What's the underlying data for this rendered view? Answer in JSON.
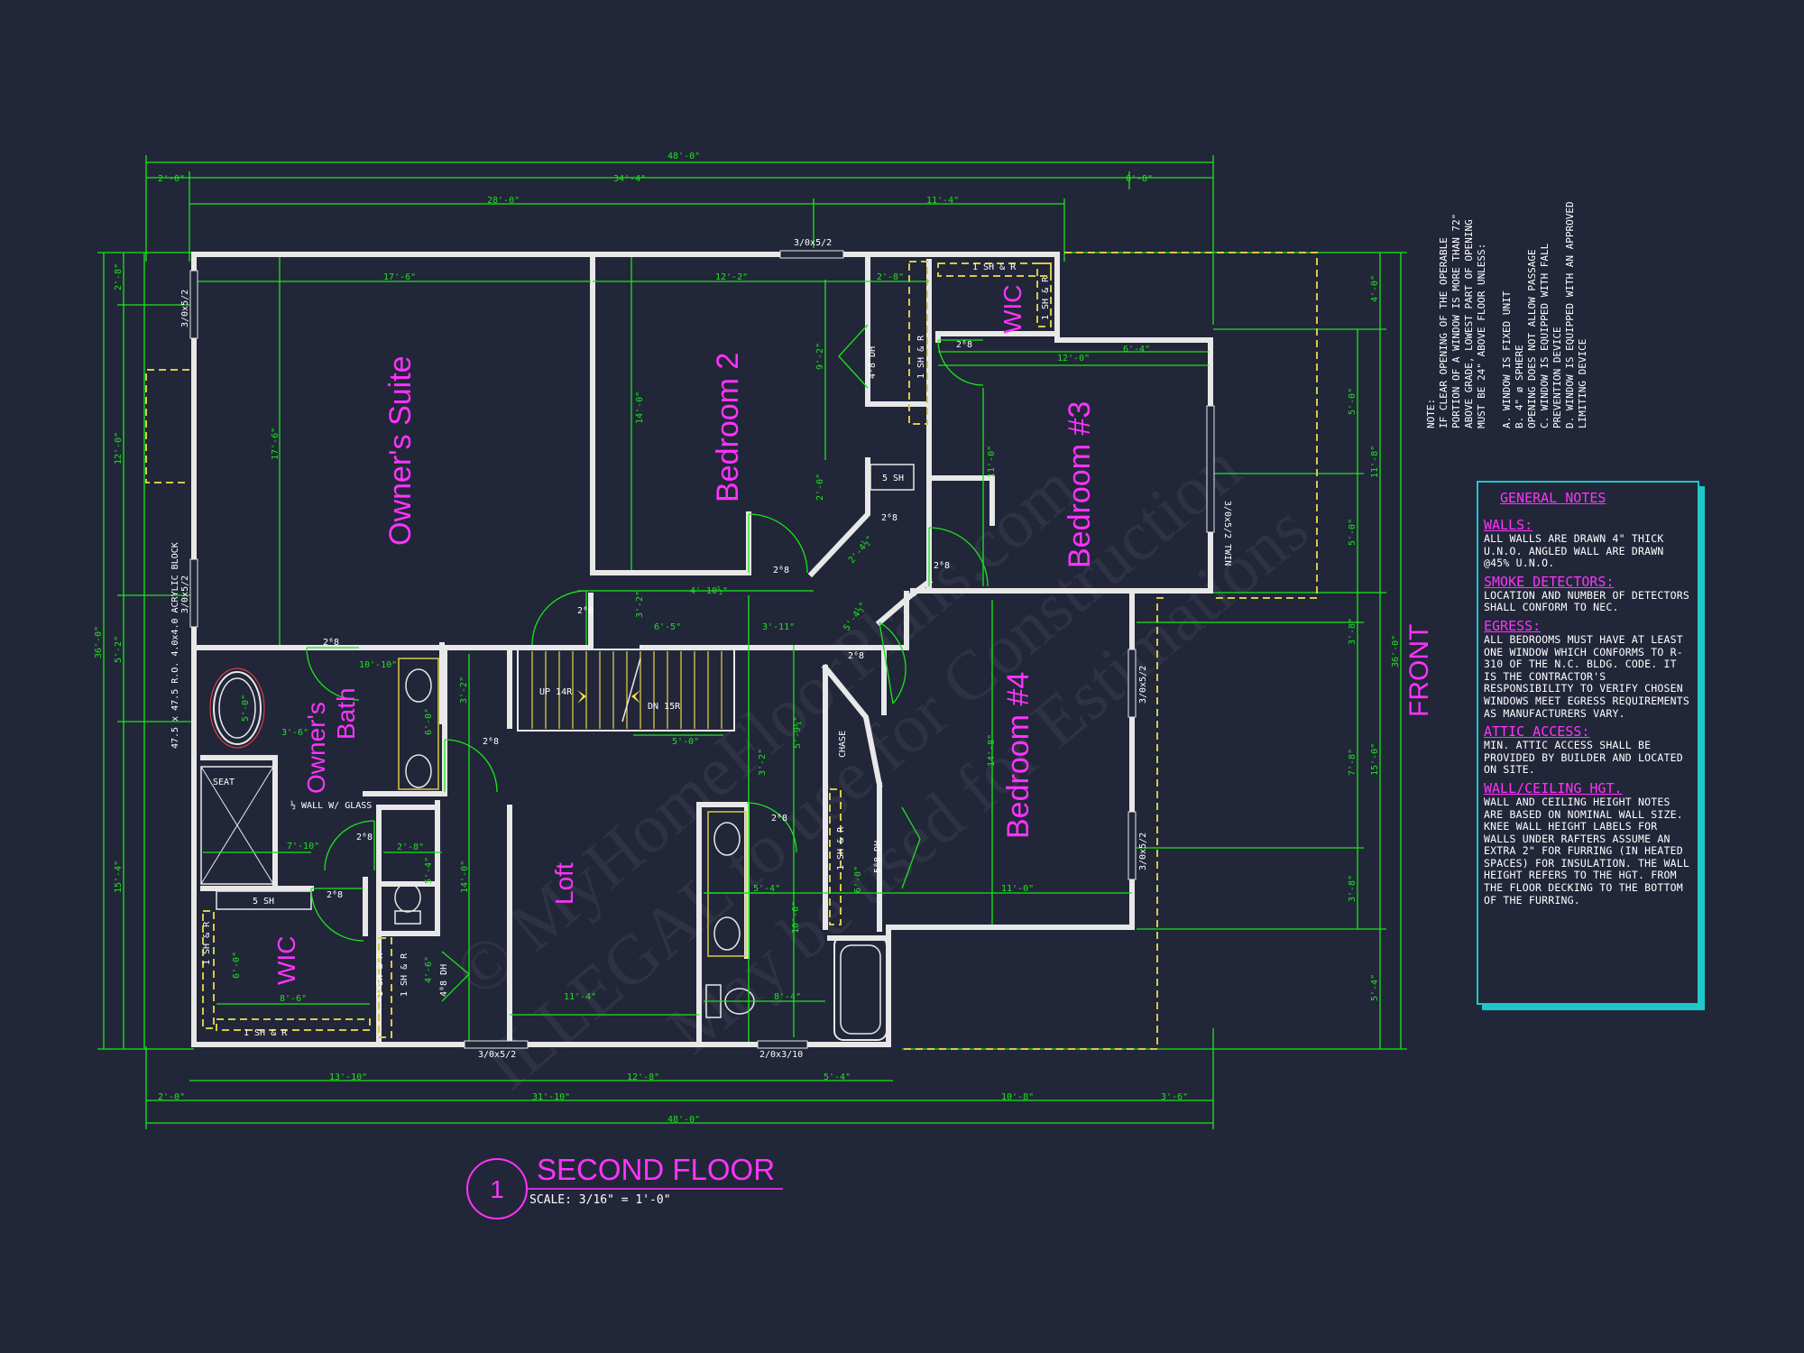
{
  "rooms": {
    "owners_suite": "Owner's Suite",
    "bedroom2": "Bedroom 2",
    "bedroom3": "Bedroom #3",
    "bedroom4": "Bedroom #4",
    "owners_bath_line1": "Owner's",
    "owners_bath_line2": "Bath",
    "loft": "Loft",
    "wic1": "WIC",
    "wic2": "WIC"
  },
  "title_block": {
    "number": "1",
    "title": "SECOND FLOOR",
    "scale": "SCALE: 3/16\" = 1'-0\""
  },
  "front_label": "FRONT",
  "dimensions": {
    "top_overall": "48'-0\"",
    "top_row2": [
      "2'-0\"",
      "34'-4\"",
      "6'-8\""
    ],
    "top_row3": [
      "28'-0\"",
      "11'-4\""
    ],
    "bottom_row1": [
      "13'-10\"",
      "12'-8\"",
      "5'-4\""
    ],
    "bottom_row2": [
      "2'-0\"",
      "31'-10\"",
      "10'-8\"",
      "3'-6\""
    ],
    "bottom_overall": "48'-0\"",
    "left_overall": "36'-0\"",
    "left_parts": [
      "2'-8\"",
      "12'-0\"",
      "5'-2\"",
      "15'-4\""
    ],
    "right_overall": "36'-0\"",
    "right_parts": [
      "4'-0\"",
      "11'-8\"",
      "15'-0\"",
      "5'-4\""
    ],
    "right_inner": [
      "5'-0\"",
      "5'-0\"",
      "3'-8\"",
      "7'-8\"",
      "3'-8\""
    ],
    "interior": {
      "owners_w": "17'-6\"",
      "owners_h": "17'-6\"",
      "bed2_w": "12'-2\"",
      "bed2_h": "14'-0\"",
      "closet_w": "2'-8\"",
      "bed3_w": "12'-0\"",
      "bed3_w2": "6'-4\"",
      "bed3_h": "11'-0\"",
      "bed4_w": "11'-0\"",
      "bed4_h": "14'-8\"",
      "hall1": "4'-10½\"",
      "hall2": "6'-5\"",
      "hall3": "3'-11\"",
      "stair_w": "5'-0\"",
      "loft_w": "11'-4\"",
      "loft_h": "14'-0\"",
      "bath_w": "5'-4\"",
      "bath_w2": "8'-4\"",
      "bath_h": "10'-6\"",
      "wic_w": "8'-6\"",
      "wic_h": "6'-0\"",
      "shower_w": "7'-10\"",
      "wc_w": "2'-8\"",
      "wc_h": "5'-4\"",
      "bath_tub": "5'-0\"",
      "bath_tub2": "3'-6\"",
      "owners_bath_h": "10'-10\"",
      "v1": "5'-9¼\"",
      "v2": "5'-4½\"",
      "v3": "3'-2\"",
      "v4": "3'-2\"",
      "v5": "6'-0\"",
      "v6": "6'-0\"",
      "v7": "4'-6\"",
      "v8": "2'-0\"",
      "v9": "9'-2\"",
      "v10": "3'-2\"",
      "v11": "2'-4½\""
    }
  },
  "windows": [
    "3/0x5/2",
    "3/0x5/2",
    "3/0x5/2",
    "3/0x5/2 TWIN",
    "3/0x5/2",
    "3/0x5/2",
    "3/0x5/2",
    "2/0x3/10"
  ],
  "doors": [
    "2⁶8",
    "2⁶8",
    "2⁶8",
    "2⁶8",
    "2⁶8",
    "2⁶8",
    "2⁶8",
    "2⁶8",
    "2⁶8",
    "2⁶8",
    "2⁶8",
    "2⁶8",
    "2⁶8"
  ],
  "door_dh": [
    "4⁰8 DH",
    "5⁰8 DH",
    "4⁰8 DH"
  ],
  "fixture_labels": {
    "shelf": "1 SH & R",
    "shelf5": "5 SH",
    "seat": "SEAT",
    "glass_wall": "½ WALL W/ GLASS",
    "tub": "47.5 x 47.5 R.O. 4.0x4.0 ACRYLIC BLOCK",
    "chase": "CHASE",
    "up": "UP 14R",
    "dn": "DN 15R"
  },
  "side_note": {
    "heading": "NOTE:",
    "lines": [
      "IF CLEAR OPENING OF THE OPERABLE",
      "PORTION OF A WINDOW IS MORE THAN 72\"",
      "ABOVE GRADE, LOWEST PART OF OPENING",
      "MUST BE 24\" ABOVE FLOOR UNLESS:",
      "",
      "A. WINDOW IS FIXED UNIT",
      "B. 4\" ø SPHERE",
      "   OPENING DOES NOT ALLOW PASSAGE",
      "C. WINDOW IS EQUIPPED WITH FALL",
      "   PREVENTION DEVICE",
      "D. WINDOW IS EQUIPPED WITH AN APPROVED",
      "   LIMITING DEVICE"
    ]
  },
  "general_notes": {
    "title": "GENERAL NOTES",
    "sections": [
      {
        "heading": "WALLS:",
        "text": "ALL WALLS ARE DRAWN 4\" THICK U.N.O. ANGLED WALL ARE DRAWN @45% U.N.O."
      },
      {
        "heading": "SMOKE DETECTORS:",
        "text": "LOCATION AND NUMBER OF DETECTORS SHALL CONFORM TO NEC."
      },
      {
        "heading": "EGRESS:",
        "text": "ALL BEDROOMS MUST HAVE AT LEAST ONE WINDOW WHICH CONFORMS TO R-310 OF THE N.C. BLDG. CODE. IT IS THE CONTRACTOR'S RESPONSIBILITY TO VERIFY CHOSEN WINDOWS MEET EGRESS REQUIREMENTS AS MANUFACTURERS VARY."
      },
      {
        "heading": "ATTIC ACCESS:",
        "text": "MIN. ATTIC ACCESS SHALL BE PROVIDED BY BUILDER AND LOCATED ON SITE."
      },
      {
        "heading": "WALL/CEILING HGT.",
        "text": "WALL AND CEILING HEIGHT NOTES ARE BASED ON NOMINAL WALL SIZE. KNEE WALL HEIGHT LABELS FOR WALLS UNDER RAFTERS ASSUME AN EXTRA 2\" FOR FURRING (IN HEATED SPACES) FOR INSULATION. THE WALL HEIGHT REFERS TO THE HGT. FROM THE FLOOR DECKING TO THE BOTTOM OF THE FURRING."
      }
    ]
  },
  "watermark": {
    "line1": "ILLEGAL to use for Construction",
    "line2": "© MyHomeFloorPlans.com",
    "line3": "May be used for Estimations"
  },
  "colors": {
    "background": "#222639",
    "dimension": "#19e619",
    "room_label": "#ff33ff",
    "wall": "#e8e8e8",
    "notes_border": "#1ec8c8"
  }
}
